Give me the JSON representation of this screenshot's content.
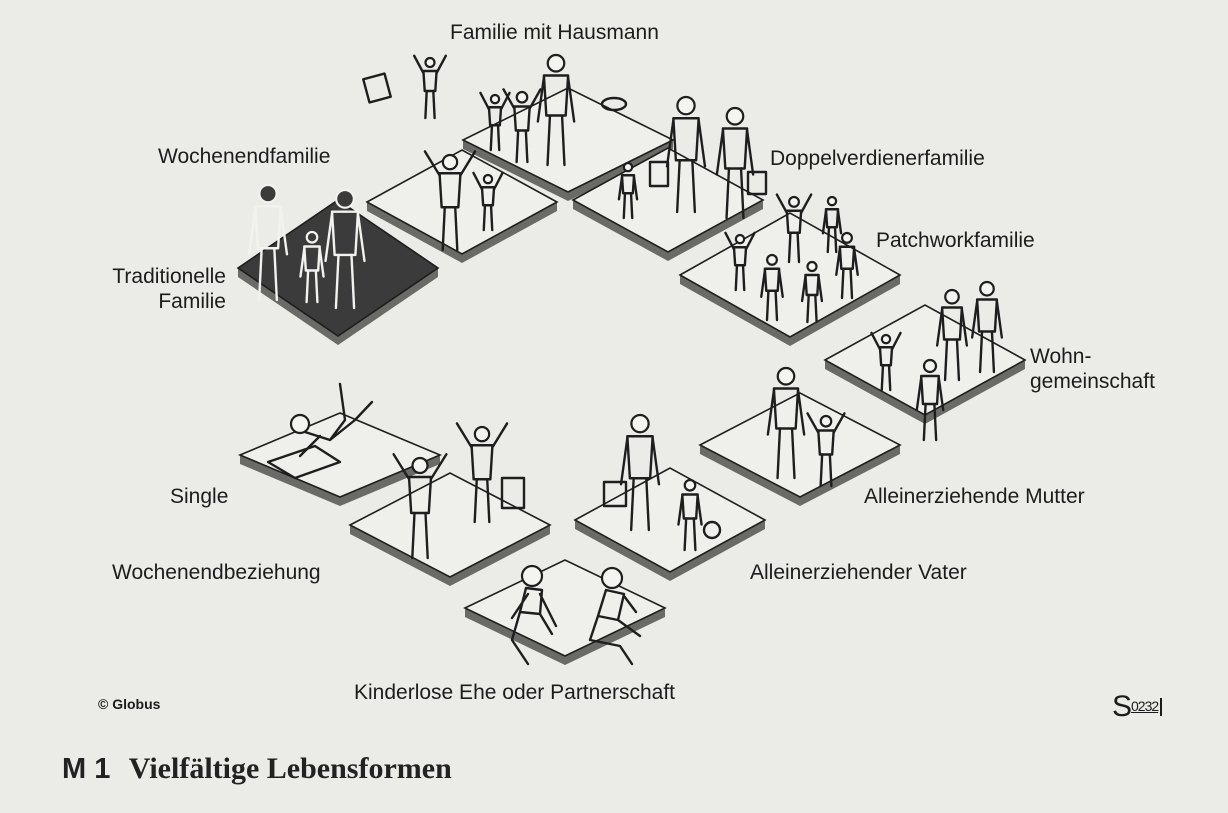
{
  "labels": {
    "hausmann": "Familie mit Hausmann",
    "wochenendfamilie": "Wochenendfamilie",
    "doppelverdiener": "Doppelverdienerfamilie",
    "patchwork": "Patchworkfamilie",
    "traditionell_1": "Traditionelle",
    "traditionell_2": "Familie",
    "wohn_1": "Wohn-",
    "wohn_2": "gemeinschaft",
    "single": "Single",
    "mutter": "Alleinerziehende Mutter",
    "wochenendbeziehung": "Wochenendbeziehung",
    "vater": "Alleinerziehender Vater",
    "kinderlos": "Kinderlose Ehe oder Partnerschaft"
  },
  "source": {
    "copyright": "© Globus",
    "code_letter": "S",
    "code_number": "0232"
  },
  "caption": {
    "number": "M 1",
    "title": "Vielfältige Lebensformen"
  },
  "colors": {
    "background": "#ebebe7",
    "ink": "#1e1e1e",
    "dark_platform": "#3b3b3b"
  }
}
